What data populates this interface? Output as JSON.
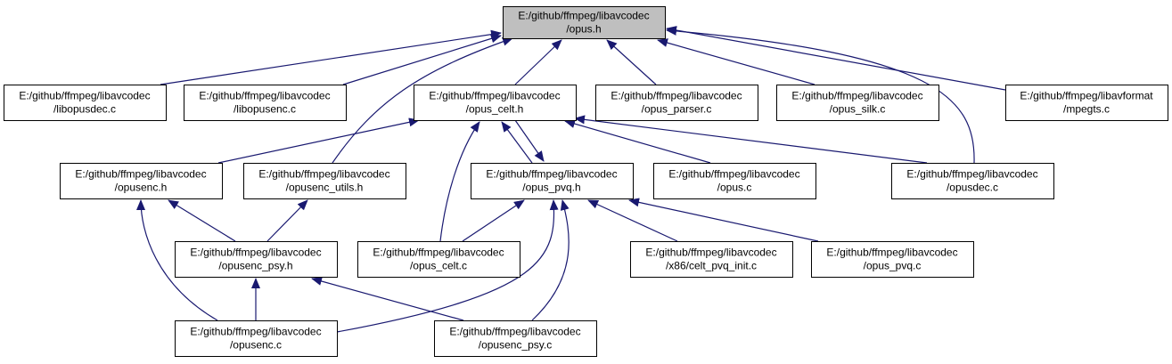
{
  "diagram": {
    "type": "include-dependency-graph",
    "nodes": [
      {
        "id": "opus_h",
        "lines": [
          "E:/github/ffmpeg/libavcodec",
          "/opus.h"
        ],
        "root": true
      },
      {
        "id": "libopusdec_c",
        "lines": [
          "E:/github/ffmpeg/libavcodec",
          "/libopusdec.c"
        ]
      },
      {
        "id": "libopusenc_c",
        "lines": [
          "E:/github/ffmpeg/libavcodec",
          "/libopusenc.c"
        ]
      },
      {
        "id": "opus_celt_h",
        "lines": [
          "E:/github/ffmpeg/libavcodec",
          "/opus_celt.h"
        ]
      },
      {
        "id": "opus_parser_c",
        "lines": [
          "E:/github/ffmpeg/libavcodec",
          "/opus_parser.c"
        ]
      },
      {
        "id": "opus_silk_c",
        "lines": [
          "E:/github/ffmpeg/libavcodec",
          "/opus_silk.c"
        ]
      },
      {
        "id": "mpegts_c",
        "lines": [
          "E:/github/ffmpeg/libavformat",
          "/mpegts.c"
        ]
      },
      {
        "id": "opusenc_h",
        "lines": [
          "E:/github/ffmpeg/libavcodec",
          "/opusenc.h"
        ]
      },
      {
        "id": "opusenc_utils_h",
        "lines": [
          "E:/github/ffmpeg/libavcodec",
          "/opusenc_utils.h"
        ]
      },
      {
        "id": "opus_pvq_h",
        "lines": [
          "E:/github/ffmpeg/libavcodec",
          "/opus_pvq.h"
        ]
      },
      {
        "id": "opus_c",
        "lines": [
          "E:/github/ffmpeg/libavcodec",
          "/opus.c"
        ]
      },
      {
        "id": "opusdec_c",
        "lines": [
          "E:/github/ffmpeg/libavcodec",
          "/opusdec.c"
        ]
      },
      {
        "id": "opusenc_psy_h",
        "lines": [
          "E:/github/ffmpeg/libavcodec",
          "/opusenc_psy.h"
        ]
      },
      {
        "id": "opus_celt_c",
        "lines": [
          "E:/github/ffmpeg/libavcodec",
          "/opus_celt.c"
        ]
      },
      {
        "id": "celt_pvq_init_c",
        "lines": [
          "E:/github/ffmpeg/libavcodec",
          "/x86/celt_pvq_init.c"
        ]
      },
      {
        "id": "opus_pvq_c",
        "lines": [
          "E:/github/ffmpeg/libavcodec",
          "/opus_pvq.c"
        ]
      },
      {
        "id": "opusenc_c",
        "lines": [
          "E:/github/ffmpeg/libavcodec",
          "/opusenc.c"
        ]
      },
      {
        "id": "opusenc_psy_c",
        "lines": [
          "E:/github/ffmpeg/libavcodec",
          "/opusenc_psy.c"
        ]
      }
    ],
    "edges": [
      {
        "from": "libopusdec_c",
        "to": "opus_h"
      },
      {
        "from": "libopusenc_c",
        "to": "opus_h"
      },
      {
        "from": "opusenc_utils_h",
        "to": "opus_h"
      },
      {
        "from": "opus_celt_h",
        "to": "opus_h"
      },
      {
        "from": "opus_parser_c",
        "to": "opus_h"
      },
      {
        "from": "opus_silk_c",
        "to": "opus_h"
      },
      {
        "from": "mpegts_c",
        "to": "opus_h"
      },
      {
        "from": "opusdec_c",
        "to": "opus_h"
      },
      {
        "from": "opusenc_h",
        "to": "opus_celt_h"
      },
      {
        "from": "opus_celt_c",
        "to": "opus_celt_h"
      },
      {
        "from": "opus_pvq_h",
        "to": "opus_celt_h"
      },
      {
        "from": "opus_c",
        "to": "opus_celt_h"
      },
      {
        "from": "opusdec_c",
        "to": "opus_celt_h"
      },
      {
        "from": "opus_celt_h",
        "to": "opus_pvq_h"
      },
      {
        "from": "opusenc_psy_h",
        "to": "opusenc_h"
      },
      {
        "from": "opusenc_c",
        "to": "opusenc_h"
      },
      {
        "from": "opusenc_psy_h",
        "to": "opusenc_utils_h"
      },
      {
        "from": "opus_celt_c",
        "to": "opus_pvq_h"
      },
      {
        "from": "opusenc_c",
        "to": "opus_pvq_h"
      },
      {
        "from": "opusenc_psy_c",
        "to": "opus_pvq_h"
      },
      {
        "from": "celt_pvq_init_c",
        "to": "opus_pvq_h"
      },
      {
        "from": "opus_pvq_c",
        "to": "opus_pvq_h"
      },
      {
        "from": "opusenc_c",
        "to": "opusenc_psy_h"
      },
      {
        "from": "opusenc_psy_c",
        "to": "opusenc_psy_h"
      }
    ]
  },
  "colors": {
    "root_fill": "#bfbfbf",
    "node_fill": "#ffffff",
    "node_border": "#000000",
    "edge": "#191970"
  }
}
